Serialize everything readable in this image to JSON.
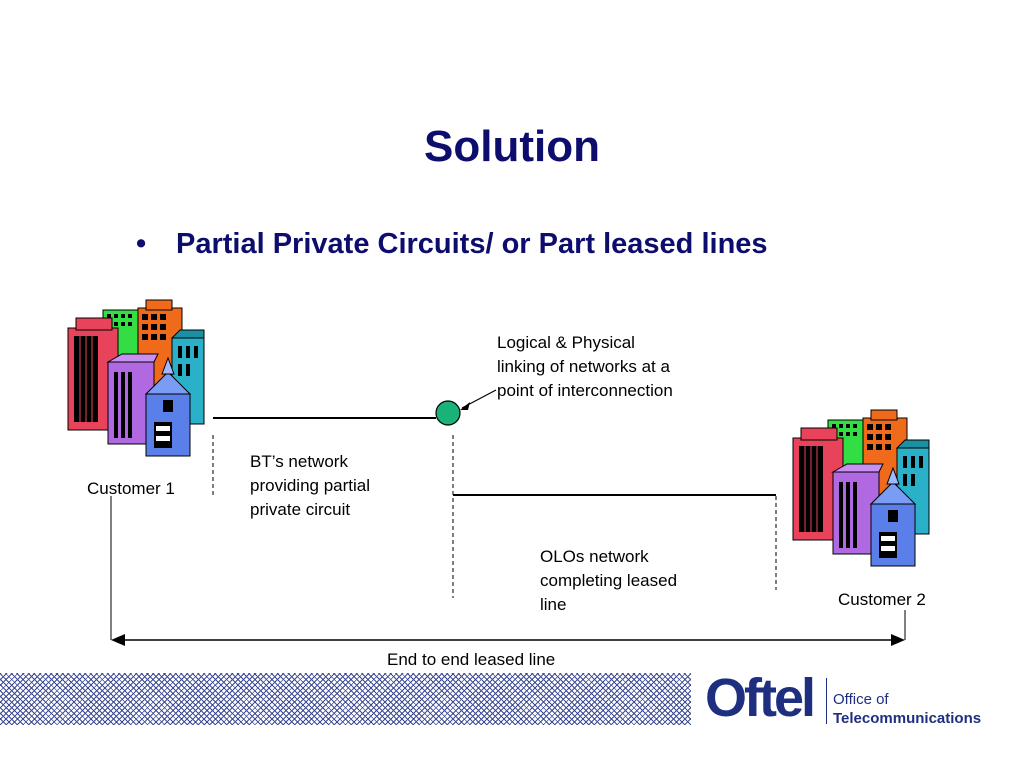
{
  "slide": {
    "title": "Solution",
    "bullet_symbol": "•",
    "bullet_text": "Partial Private Circuits/ or Part leased lines"
  },
  "diagram": {
    "customer1_label": "Customer 1",
    "customer2_label": "Customer 2",
    "interconnect_label": [
      "Logical & Physical",
      "linking of networks at a",
      "point of interconnection"
    ],
    "bt_label": [
      "BT’s network",
      "providing partial",
      "private circuit"
    ],
    "olo_label": [
      "OLOs network",
      "completing leased",
      "line"
    ],
    "end_to_end_label": "End to end leased line",
    "colors": {
      "line": "#000000",
      "node_fill": "#19b37a",
      "building_red": "#e8435a",
      "building_orange": "#f06a1c",
      "building_green": "#33dd44",
      "building_purple": "#b069e0",
      "building_teal": "#2ab0c8",
      "building_blue": "#5b7fe8"
    }
  },
  "footer": {
    "logo_word": "Oftel",
    "logo_line1": "Office of",
    "logo_line2": "Telecommunications",
    "brand_color": "#1f2f80"
  }
}
